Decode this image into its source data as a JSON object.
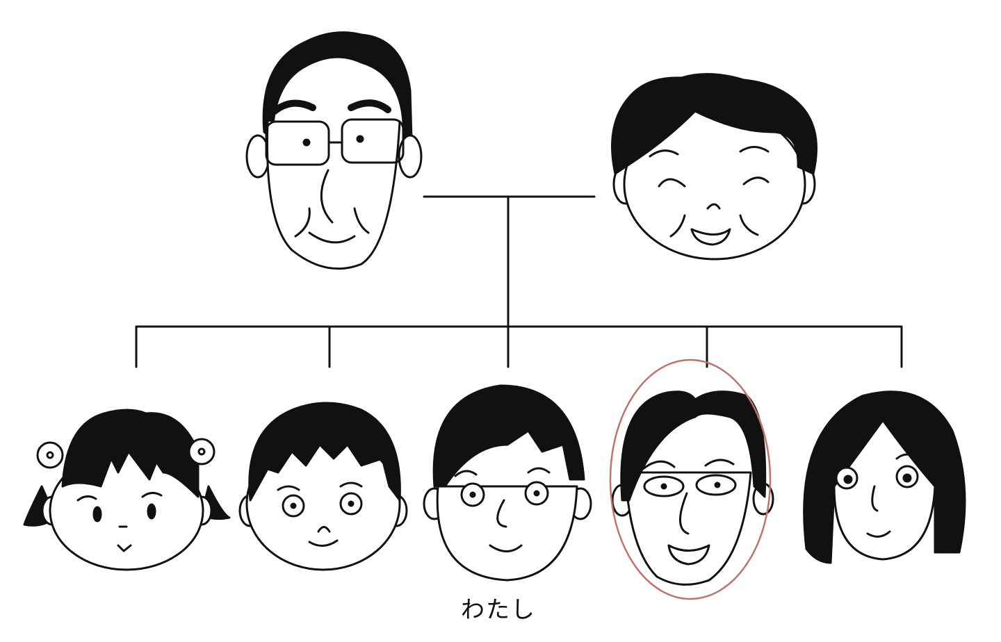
{
  "diagram": {
    "type": "family-tree",
    "parents": [
      {
        "id": "father",
        "description": "man with glasses"
      },
      {
        "id": "mother",
        "description": "woman with curly hair, smiling"
      }
    ],
    "children": [
      {
        "id": "child-1",
        "description": "girl with pigtails and flower clips"
      },
      {
        "id": "child-2",
        "description": "boy with spiky hair"
      },
      {
        "id": "child-3",
        "description": "boy (self)",
        "label": "わたし"
      },
      {
        "id": "child-4",
        "description": "young man, circled",
        "highlighted": true
      },
      {
        "id": "child-5",
        "description": "woman with bob haircut"
      }
    ],
    "highlight_color": "#c0736a",
    "line_color": "#111111"
  },
  "labels": {
    "self": "わたし"
  }
}
